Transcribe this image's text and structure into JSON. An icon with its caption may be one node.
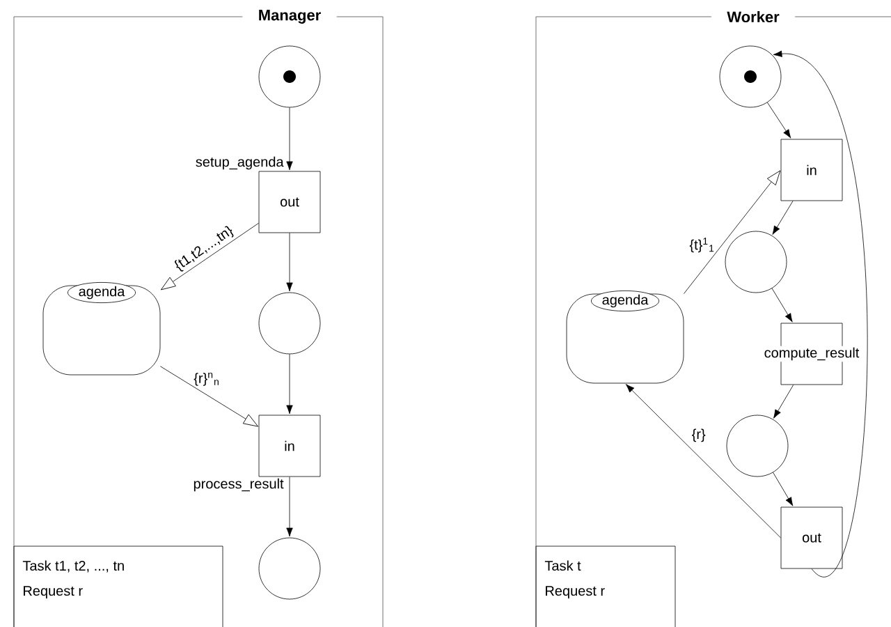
{
  "diagram": {
    "nodes": [
      {
        "text": [
          "Manager"
        ]
      },
      {
        "text": [],
        "shape": "circle",
        "in": 0
      },
      {
        "text": [
          "out"
        ],
        "beside": [
          "setup_agenda"
        ],
        "in": 0
      },
      {
        "text": [
          "agenda"
        ],
        "in": 0
      },
      {
        "text": [],
        "shape": "circle",
        "in": 0
      },
      {
        "text": [
          "in"
        ],
        "beside": [
          "process_result"
        ],
        "in": 0
      },
      {
        "text": [],
        "shape": "circle",
        "in": 0
      },
      {
        "text": [
          "Task t1, t2, ..., tn",
          "Request r"
        ],
        "in": 0
      },
      {
        "text": [
          "Worker"
        ]
      },
      {
        "text": [],
        "shape": "circle",
        "in": 8
      },
      {
        "text": [
          "in"
        ],
        "in": 8
      },
      {
        "text": [
          "agenda"
        ],
        "in": 8
      },
      {
        "text": [],
        "shape": "circle",
        "in": 8
      },
      {
        "text": [
          "compute_result"
        ],
        "in": 8
      },
      {
        "text": [],
        "shape": "circle",
        "in": 8
      },
      {
        "text": [
          "out"
        ],
        "in": 8
      },
      {
        "text": [
          "Task t",
          "Request r"
        ],
        "in": 8
      }
    ],
    "edges": [
      {
        "from": 1,
        "to": 2,
        "arrow": "to"
      },
      {
        "from": 2,
        "to": 3,
        "arrow": "to",
        "label": "{t1,t2,...,tn}"
      },
      {
        "from": 2,
        "to": 4,
        "arrow": "to"
      },
      {
        "from": 4,
        "to": 5,
        "arrow": "to"
      },
      {
        "from": 3,
        "to": 5,
        "arrow": "to",
        "label": "{r}$^{n}$$_{n}$"
      },
      {
        "from": 5,
        "to": 6,
        "arrow": "to"
      },
      {
        "from": 9,
        "to": 10,
        "arrow": "to"
      },
      {
        "from": 11,
        "to": 10,
        "arrow": "to",
        "label": "{t}$^{1}$$_{1}$"
      },
      {
        "from": 10,
        "to": 12,
        "arrow": "to"
      },
      {
        "from": 12,
        "to": 13,
        "arrow": "to"
      },
      {
        "from": 13,
        "to": 14,
        "arrow": "to"
      },
      {
        "from": 14,
        "to": 15,
        "arrow": "to"
      },
      {
        "from": 15,
        "to": 11,
        "arrow": "to",
        "label": "{r}"
      },
      {
        "from": 15,
        "to": 9,
        "arrow": "to"
      }
    ]
  }
}
